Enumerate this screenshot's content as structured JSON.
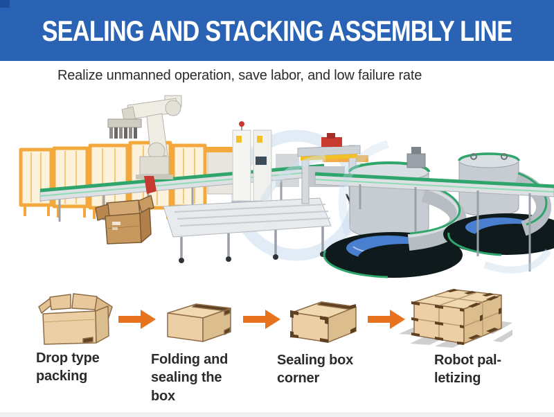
{
  "header": {
    "title": "SEALING AND STACKING ASSEMBLY LINE"
  },
  "subtitle": {
    "text": "Realize unmanned operation, save labor, and low failure rate"
  },
  "scene": {
    "alt": "Automated sealing and stacking assembly line with safety fences, robot arm, conveyors, case sealer and spiral conveyor towers"
  },
  "steps": {
    "items": [
      {
        "label": "Drop type\npacking",
        "icon": "open-box-icon"
      },
      {
        "label": "Folding and\nsealing the\nbox",
        "icon": "closed-box-icon"
      },
      {
        "label": "Sealing box\ncorner",
        "icon": "corner-box-icon"
      },
      {
        "label": "Robot pal-\nletizing",
        "icon": "pallet-stack-icon"
      }
    ],
    "arrow_icon": "arrow-right-icon"
  },
  "colors": {
    "banner-blue": "#2b63b4",
    "banner-corner": "#1d4e9c",
    "title-white": "#ffffff",
    "text-dark": "#2b2b2b",
    "arrow-orange": "#e8731e",
    "carton-tan": "#eccfa4",
    "carton-side": "#dcbd8e",
    "carton-top": "#f0d9b1",
    "carton-outline": "#8d6b46",
    "corner-brown": "#5f4122",
    "fence-yellow": "#f2a83c",
    "conveyor-green": "#2ea56a",
    "belt-blue": "#4a7fd0",
    "machine-gray": "#c6ccd1",
    "robot-cream": "#efece4",
    "shadow-dark": "#0f1a1d",
    "accent-red": "#c63a2f",
    "pallet-gray": "#cfcfcf"
  }
}
